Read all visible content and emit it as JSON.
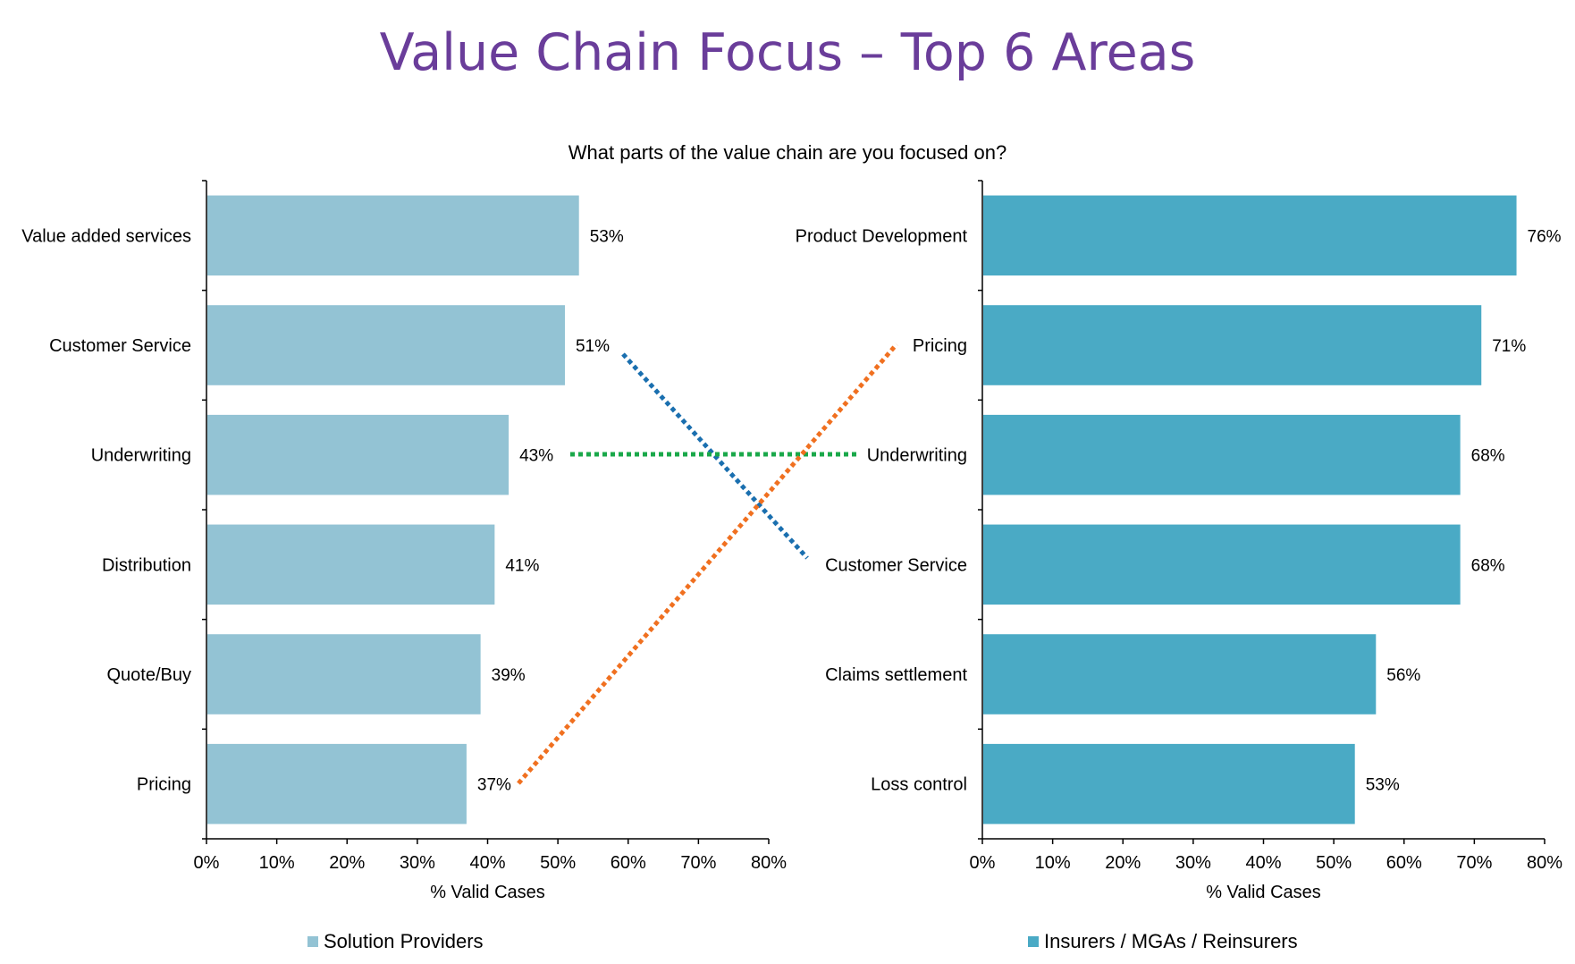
{
  "title": "Value Chain Focus – Top 6 Areas",
  "subtitle": "What parts of the value chain are you focused on?",
  "colors": {
    "title": "#6a3d9a",
    "left_bar": "#93c3d4",
    "right_bar": "#4aaac5",
    "connector_customer_service": "#1a6faf",
    "connector_underwriting": "#1aa84a",
    "connector_pricing": "#f07020"
  },
  "chart_data": [
    {
      "type": "bar",
      "orientation": "horizontal",
      "categories": [
        "Value added services",
        "Customer Service",
        "Underwriting",
        "Distribution",
        "Quote/Buy",
        "Pricing"
      ],
      "series": [
        {
          "name": "Solution Providers",
          "values": [
            53,
            51,
            43,
            41,
            39,
            37
          ]
        }
      ],
      "data_labels": [
        "53%",
        "51%",
        "43%",
        "41%",
        "39%",
        "37%"
      ],
      "xlabel": "% Valid Cases",
      "xlim": [
        0,
        80
      ],
      "xticks": [
        "0%",
        "10%",
        "20%",
        "30%",
        "40%",
        "50%",
        "60%",
        "70%",
        "80%"
      ],
      "legend": "bottom",
      "grid": false
    },
    {
      "type": "bar",
      "orientation": "horizontal",
      "categories": [
        "Product Development",
        "Pricing",
        "Underwriting",
        "Customer Service",
        "Claims settlement",
        "Loss control"
      ],
      "series": [
        {
          "name": "Insurers / MGAs / Reinsurers",
          "values": [
            76,
            71,
            68,
            68,
            56,
            53
          ]
        }
      ],
      "data_labels": [
        "76%",
        "71%",
        "68%",
        "68%",
        "56%",
        "53%"
      ],
      "xlabel": "% Valid Cases",
      "xlim": [
        0,
        80
      ],
      "xticks": [
        "0%",
        "10%",
        "20%",
        "30%",
        "40%",
        "50%",
        "60%",
        "70%",
        "80%"
      ],
      "legend": "bottom",
      "grid": false
    }
  ],
  "connectors": [
    {
      "category": "Customer Service",
      "from_left_index": 1,
      "to_right_index": 3,
      "color": "#1a6faf"
    },
    {
      "category": "Underwriting",
      "from_left_index": 2,
      "to_right_index": 2,
      "color": "#1aa84a"
    },
    {
      "category": "Pricing",
      "from_left_index": 5,
      "to_right_index": 1,
      "color": "#f07020"
    }
  ]
}
